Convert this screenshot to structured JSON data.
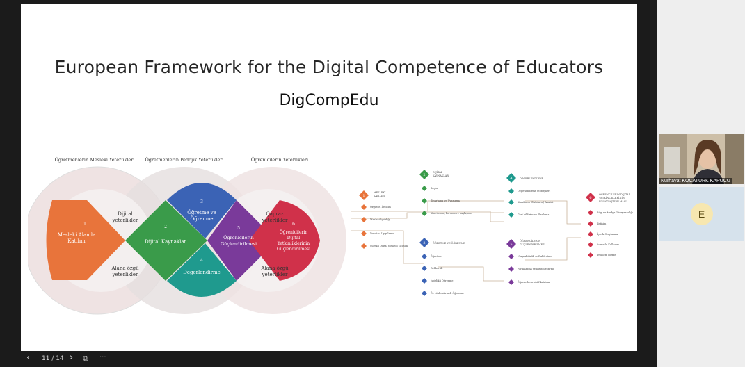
{
  "slide": {
    "title": "European Framework for the Digital Competence of Educators",
    "subtitle": "DigCompEdu",
    "venn": {
      "headers": [
        "Öğretmenlerin Mesleki Yeterlikleri",
        "Öğretmenlerin Pedojik Yeterlikleri",
        "Öğrenicilerin Yeterlikleri"
      ],
      "areas": [
        {
          "num": "1",
          "line1": "Mesleki Alanda",
          "line2": "Katılım",
          "color": "#e8743b"
        },
        {
          "num": "2",
          "line1": "Dijital Kaynaklar",
          "line2": "",
          "color": "#3a9b4a"
        },
        {
          "num": "3",
          "line1": "Öğretme ve",
          "line2": "Öğrenme",
          "color": "#3b63b5"
        },
        {
          "num": "4",
          "line1": "Değerlendirme",
          "line2": "",
          "color": "#1f9a8e"
        },
        {
          "num": "5",
          "line1": "Öğrenicilerin",
          "line2": "Güçlendirilmesi",
          "color": "#7a3a9a"
        },
        {
          "num": "6",
          "line1": "Öğrenicilerin",
          "line2": "Dijital",
          "line3": "Yetkinliklerinin",
          "line4": "Güçlendirilmesi",
          "color": "#d0314a"
        }
      ],
      "side_labels": {
        "dijital_yeterlikler": [
          "Dijital",
          "yeterlikler"
        ],
        "alana_ozgu_left": [
          "Alana özgü",
          "yeterlikler"
        ],
        "capraz": [
          "Çapraz",
          "yeterlikler"
        ],
        "alana_ozgu_right": [
          "Alana özgü",
          "yeterlikler"
        ]
      }
    },
    "flow": {
      "col1": {
        "header": [
          "MESLEKİ",
          "KATILIM"
        ],
        "num": "1",
        "color": "#e8743b",
        "items": [
          "Örgütsel İletişim",
          "Mesleki İşbirliği",
          "Yansıtıcı Uygulama",
          "Sürekli Dijital Mesleki Gelişim"
        ]
      },
      "col2": {
        "header": [
          "DİJİTAL",
          "KAYNAKLAR"
        ],
        "num": "2",
        "color": "#3a9b4a",
        "items": [
          "Seçim",
          "Tasarlama ve Uyarlama",
          "Yönet etme, koruma ve paylaşma"
        ]
      },
      "col3": {
        "header": [
          "DEĞERLENDİRME"
        ],
        "num": "4",
        "color": "#1f9a8e",
        "items": [
          "Değerlendirme Stratejileri",
          "Kanıtların (Dataların) Analizi",
          "Geri bildirim ve Planlama"
        ]
      },
      "col4": {
        "header": [
          "ÖĞRETME VE ÖĞRENME"
        ],
        "num": "3",
        "color": "#3b63b5",
        "items": [
          "Öğretme",
          "Rehberlik",
          "İşbirlikli Öğrenme",
          "Öz yönlendirmeli Öğrenme"
        ]
      },
      "col5": {
        "header": [
          "ÖĞRENCİLERİN",
          "GÜÇLENDİRİLMESİ"
        ],
        "num": "5",
        "color": "#7a3a9a",
        "items": [
          "Ulaşılabilirlik ve Dahil etme",
          "Farklılaşma ve Kişiselleştirme",
          "Öğrencilerin aktif katılımı"
        ]
      },
      "col6": {
        "header": [
          "ÖĞRENCİLERİN DİJİTAL",
          "YETKİNLİKLERİNİN",
          "KOLAYLAŞTIRILMASI"
        ],
        "num": "6",
        "color": "#d0314a",
        "items": [
          "Bilgi ve Medya Okuryazarlığı",
          "İletişim",
          "İçerik Oluşturma",
          "Sorumlu Kullanım",
          "Problem çözme"
        ]
      }
    }
  },
  "toolbar": {
    "prev_icon": "‹",
    "page_indicator": "11 / 14",
    "next_icon": "›",
    "copy_icon": "⧉",
    "more_icon": "···"
  },
  "participants": {
    "video_name": "Nurhayat KOCATURK KAPUCU",
    "avatar_letter": "E"
  }
}
